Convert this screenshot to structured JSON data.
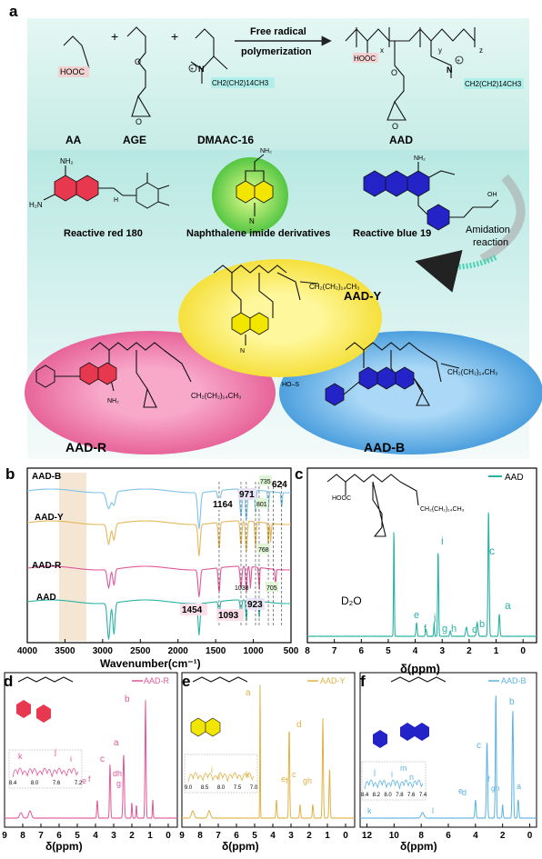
{
  "panel_letters": {
    "a": "a",
    "b": "b",
    "c": "c",
    "d": "d",
    "e": "e",
    "f": "f"
  },
  "top": {
    "monomers": [
      "AA",
      "AGE",
      "DMAAC-16"
    ],
    "product": "AAD",
    "arrow_top": "Free radical",
    "arrow_bottom": "polymerization",
    "cooh": "HOOC",
    "chain": "CH2(CH2)14CH3",
    "plus": "+"
  },
  "dyes": {
    "red": "Reactive red 180",
    "yellow": "Naphthalene imide derivatives",
    "blue": "Reactive blue 19",
    "reaction_1": "Amidation",
    "reaction_2": "reaction"
  },
  "products": {
    "y": "AAD-Y",
    "r": "AAD-R",
    "b": "AAD-B"
  },
  "colors": {
    "teal": "#2ab3a5",
    "pink": "#e0579a",
    "yellow": "#e0b246",
    "blue": "#5bb3e3"
  },
  "chart_data": [
    {
      "type": "line",
      "panel": "b",
      "xlabel": "Wavenumber(cm⁻¹)",
      "xlim": [
        4000,
        500
      ],
      "xticks": [
        4000,
        3500,
        3000,
        2500,
        2000,
        1500,
        1000,
        500
      ],
      "series": [
        {
          "name": "AAD-B"
        },
        {
          "name": "AAD-Y"
        },
        {
          "name": "AAD-R"
        },
        {
          "name": "AAD"
        }
      ],
      "annotations": [
        "1454",
        "1093",
        "1164",
        "971",
        "923",
        "1038",
        "801",
        "735",
        "624",
        "768",
        "705"
      ]
    },
    {
      "type": "line",
      "panel": "c",
      "xlabel": "δ(ppm)",
      "xlim": [
        8,
        -0.5
      ],
      "xticks": [
        8,
        7,
        6,
        5,
        4,
        3,
        2,
        1,
        0
      ],
      "series": [
        {
          "name": "AAD"
        }
      ],
      "annotations": [
        "D₂O",
        "e",
        "f",
        "j",
        "g",
        "h",
        "d",
        "b",
        "c",
        "i",
        "a"
      ]
    },
    {
      "type": "line",
      "panel": "d",
      "xlabel": "δ(ppm)",
      "xlim": [
        9,
        -0.5
      ],
      "xticks": [
        9,
        8,
        7,
        6,
        5,
        4,
        3,
        2,
        1,
        0
      ],
      "inset_ticks": [
        "8.4",
        "8.0",
        "7.6",
        "7.2"
      ],
      "series": [
        {
          "name": "AAD-R"
        }
      ],
      "annotations": [
        "b",
        "c",
        "a",
        "e",
        "f",
        "d",
        "h",
        "g",
        "k",
        "i",
        "j"
      ]
    },
    {
      "type": "line",
      "panel": "e",
      "xlabel": "δ(ppm)",
      "xlim": [
        9,
        -0.5
      ],
      "xticks": [
        9,
        8,
        7,
        6,
        5,
        4,
        3,
        2,
        1,
        0
      ],
      "inset_ticks": [
        "9.0",
        "8.5",
        "8.0",
        "7.5",
        "7.0"
      ],
      "series": [
        {
          "name": "AAD-Y"
        }
      ],
      "annotations": [
        "a",
        "d",
        "c",
        "g",
        "h",
        "e",
        "f",
        "i",
        "k",
        "l"
      ]
    },
    {
      "type": "line",
      "panel": "f",
      "xlabel": "δ(ppm)",
      "xlim": [
        12.5,
        -0.5
      ],
      "xticks": [
        12,
        10,
        8,
        6,
        4,
        2,
        0
      ],
      "inset_ticks": [
        "8.4",
        "8.2",
        "8.0",
        "7.8",
        "7.6",
        "7.4"
      ],
      "series": [
        {
          "name": "AAD-B"
        }
      ],
      "annotations": [
        "b",
        "c",
        "a",
        "d",
        "e",
        "f",
        "g",
        "h",
        "j",
        "m",
        "i",
        "n",
        "k",
        "l"
      ]
    }
  ]
}
